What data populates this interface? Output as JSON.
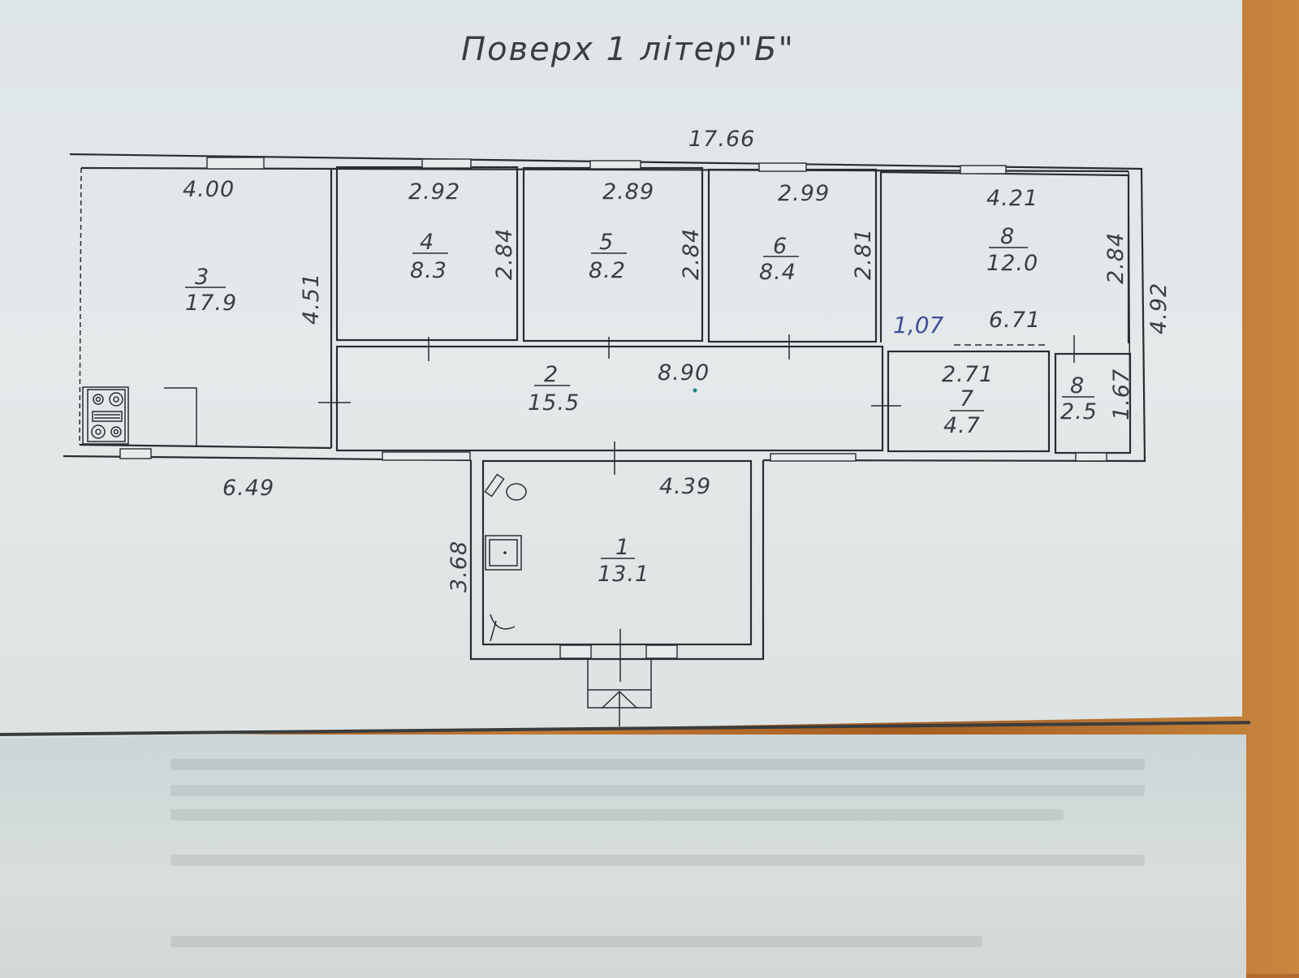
{
  "title": "Поверх 1 літер\"Б\"",
  "overall_dimensions": {
    "total_length": "17.66",
    "left_wing_bottom": "6.49",
    "right_depth": "4.92",
    "annex_depth": "3.68"
  },
  "rooms": [
    {
      "number": "1",
      "area": "13.1",
      "width": "4.39"
    },
    {
      "number": "2",
      "area": "15.5",
      "length": "8.90"
    },
    {
      "number": "3",
      "area": "17.9",
      "width": "4.00",
      "depth": "4.51"
    },
    {
      "number": "4",
      "area": "8.3",
      "width": "2.92",
      "depth": "2.84"
    },
    {
      "number": "5",
      "area": "8.2",
      "width": "2.89",
      "depth": "2.84"
    },
    {
      "number": "6",
      "area": "8.4",
      "width": "2.99",
      "depth": "2.81"
    },
    {
      "number": "7",
      "area": "4.7",
      "width": "2.71"
    },
    {
      "number": "8",
      "area": "12.0",
      "width": "4.21",
      "depth": "2.84",
      "length": "6.71"
    },
    {
      "number": "8",
      "area": "2.5",
      "depth": "1.67"
    }
  ],
  "annotations": {
    "handwritten": "1,07"
  },
  "colors": {
    "paper": "#e2e8e9",
    "ink": "#2a2d30",
    "handwritten_ink": "#3f4f9a",
    "table": "#b36a2c"
  }
}
